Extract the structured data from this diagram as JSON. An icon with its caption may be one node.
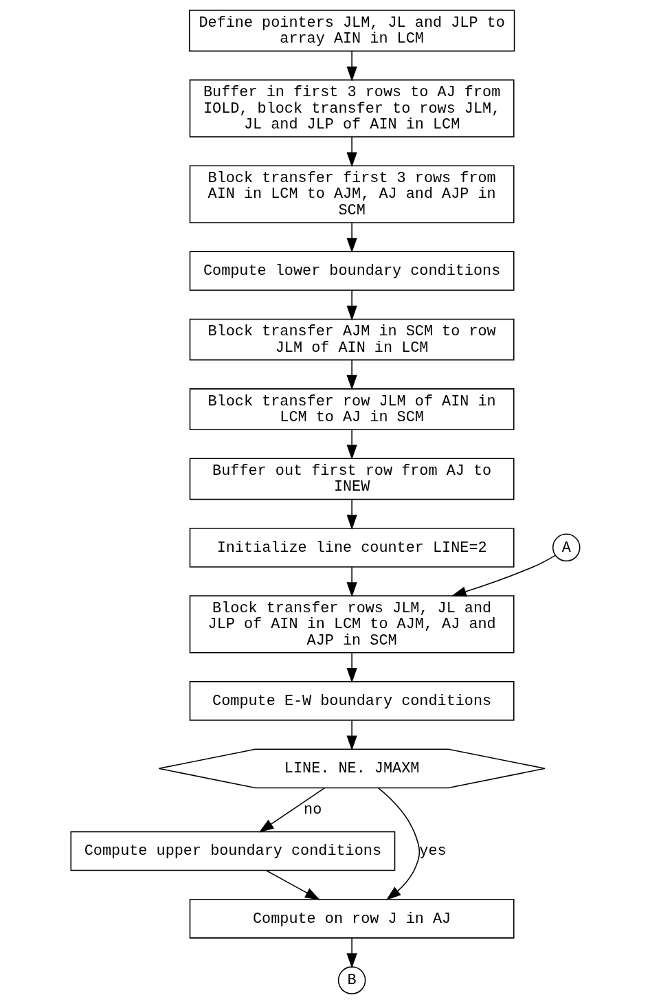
{
  "diagram": {
    "nodes": [
      {
        "text": [
          "Define pointers JLM, JL and JLP to array AIN in LCM"
        ]
      },
      {
        "text": [
          "Buffer in first 3 rows to AJ from IOLD, block transfer to rows JLM, JL and JLP of AIN in LCM"
        ]
      },
      {
        "text": [
          "Block transfer first 3 rows from AIN in LCM to AJM, AJ and AJP in SCM"
        ]
      },
      {
        "text": [
          "Compute lower boundary conditions"
        ]
      },
      {
        "text": [
          "Block transfer AJM in SCM to row JLM of AIN in LCM"
        ]
      },
      {
        "text": [
          "Block transfer row JLM of AIN in LCM to AJ in SCM"
        ]
      },
      {
        "text": [
          "Buffer out first row from AJ to INEW"
        ]
      },
      {
        "text": [
          "Initialize line counter LINE=2"
        ]
      },
      {
        "text": [
          "A"
        ]
      },
      {
        "text": [
          "Block transfer rows JLM, JL and JLP of AIN in LCM to AJM, AJ and AJP in SCM"
        ]
      },
      {
        "text": [
          "Compute E-W boundary conditions"
        ]
      },
      {
        "text": [
          "LINE. NE. JMAXM"
        ]
      },
      {
        "text": [
          "Compute upper boundary conditions"
        ]
      },
      {
        "text": [
          "Compute on row J in AJ"
        ]
      },
      {
        "text": [
          "B"
        ]
      }
    ],
    "edges": [
      {
        "from": 0,
        "to": 1,
        "arrow": "to"
      },
      {
        "from": 1,
        "to": 2,
        "arrow": "to"
      },
      {
        "from": 2,
        "to": 3,
        "arrow": "to"
      },
      {
        "from": 3,
        "to": 4,
        "arrow": "to"
      },
      {
        "from": 4,
        "to": 5,
        "arrow": "to"
      },
      {
        "from": 5,
        "to": 6,
        "arrow": "to"
      },
      {
        "from": 6,
        "to": 7,
        "arrow": "to"
      },
      {
        "from": 7,
        "to": 9,
        "arrow": "to"
      },
      {
        "from": 8,
        "to": 9,
        "arrow": "to"
      },
      {
        "from": 9,
        "to": 10,
        "arrow": "to"
      },
      {
        "from": 10,
        "to": 11,
        "arrow": "to"
      },
      {
        "from": 11,
        "to": 12,
        "arrow": "to",
        "label": "no"
      },
      {
        "from": 11,
        "to": 13,
        "arrow": "to",
        "label": "yes"
      },
      {
        "from": 12,
        "to": 13,
        "arrow": "to"
      },
      {
        "from": 13,
        "to": 14,
        "arrow": "to"
      }
    ]
  }
}
